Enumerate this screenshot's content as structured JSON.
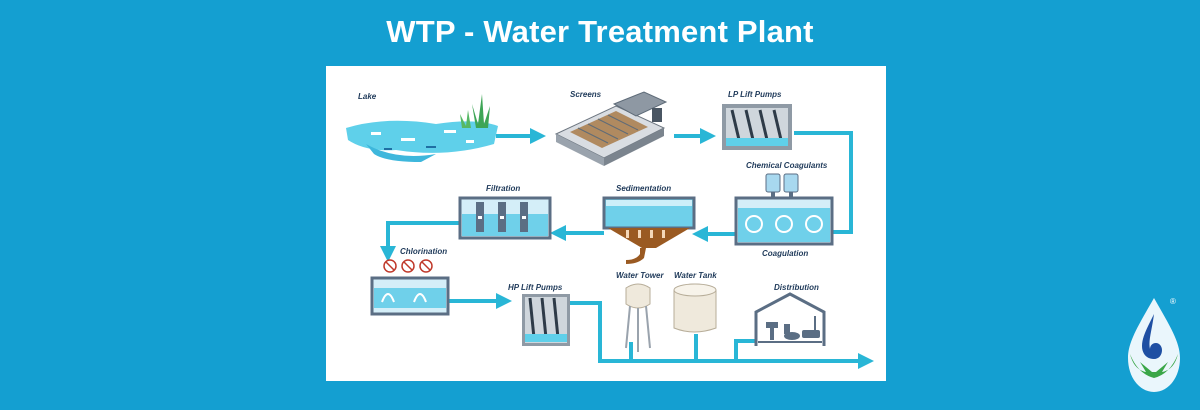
{
  "title": "WTP - Water Treatment Plant",
  "labels": {
    "lake": "Lake",
    "screens": "Screens",
    "lp_lift_pumps": "LP Lift Pumps",
    "chemical_coagulants": "Chemical Coagulants",
    "coagulation": "Coagulation",
    "sedimentation": "Sedimentation",
    "filtration": "Filtration",
    "chlorination": "Chlorination",
    "hp_lift_pumps": "HP Lift Pumps",
    "water_tower": "Water Tower",
    "water_tank": "Water Tank",
    "distribution": "Distribution"
  },
  "logo": {
    "mark": "®"
  },
  "colors": {
    "background": "#149fd1",
    "pipe": "#29b6d6",
    "water": "#6fd0ea",
    "tank_frame": "#5b6e84",
    "label": "#1f3a5a",
    "grass": "#3ea556",
    "sludge": "#9a5a22",
    "logo_green": "#3aa648",
    "logo_blue": "#1e4fa3"
  }
}
